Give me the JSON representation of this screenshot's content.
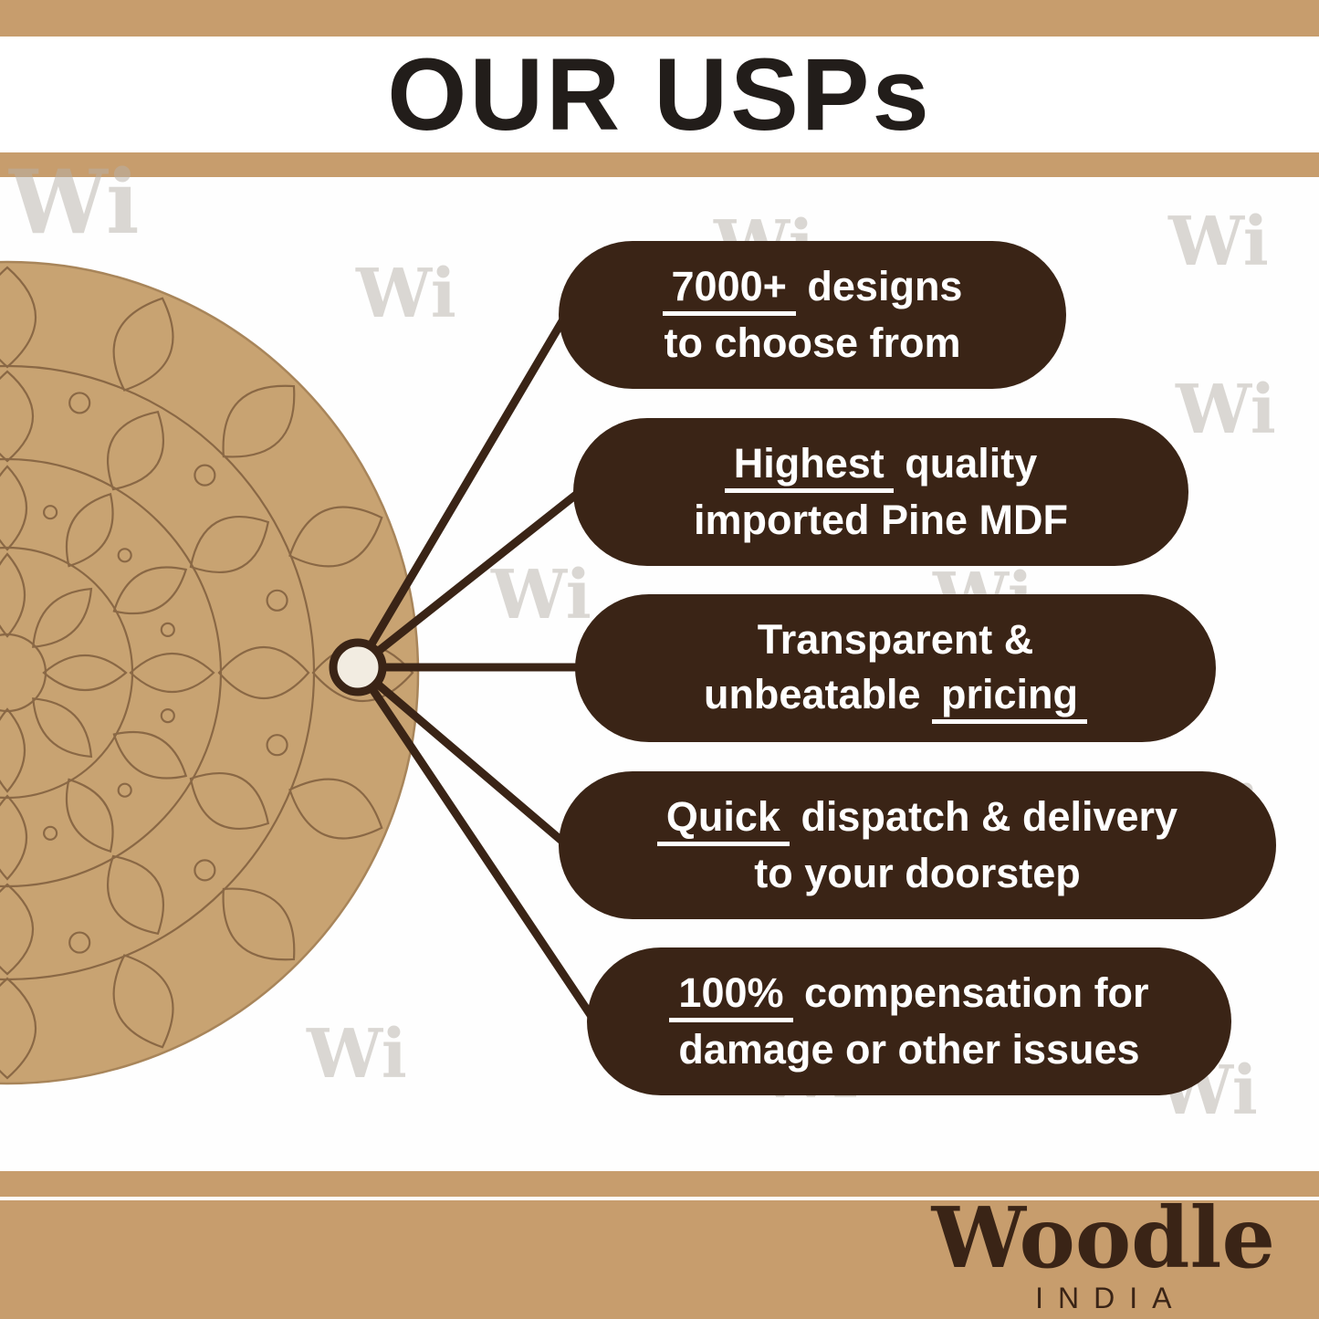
{
  "header": {
    "title": "OUR USPs"
  },
  "watermark": {
    "text": "Wi"
  },
  "usps": [
    {
      "line1": {
        "pre": "",
        "u": "7000+",
        "post": " designs"
      },
      "line2": {
        "pre": "to choose from",
        "u": "",
        "post": ""
      }
    },
    {
      "line1": {
        "pre": "",
        "u": "Highest",
        "post": " quality"
      },
      "line2": {
        "pre": "imported Pine MDF",
        "u": "",
        "post": ""
      }
    },
    {
      "line1": {
        "pre": "Transparent &",
        "u": "",
        "post": ""
      },
      "line2": {
        "pre": "unbeatable ",
        "u": "pricing",
        "post": ""
      }
    },
    {
      "line1": {
        "pre": "",
        "u": "Quick",
        "post": " dispatch & delivery"
      },
      "line2": {
        "pre": "to your doorstep",
        "u": "",
        "post": ""
      }
    },
    {
      "line1": {
        "pre": "",
        "u": "100%",
        "post": " compensation for"
      },
      "line2": {
        "pre": "damage or other issues",
        "u": "",
        "post": ""
      }
    }
  ],
  "footer": {
    "brand": "Woodle",
    "country": "INDIA"
  },
  "colors": {
    "banner": "#c79d6d",
    "pill": "#3a2416",
    "title": "#221d1a",
    "mdf": "#c8a372",
    "line_art": "#8a6845",
    "node": "#f2ece1"
  }
}
